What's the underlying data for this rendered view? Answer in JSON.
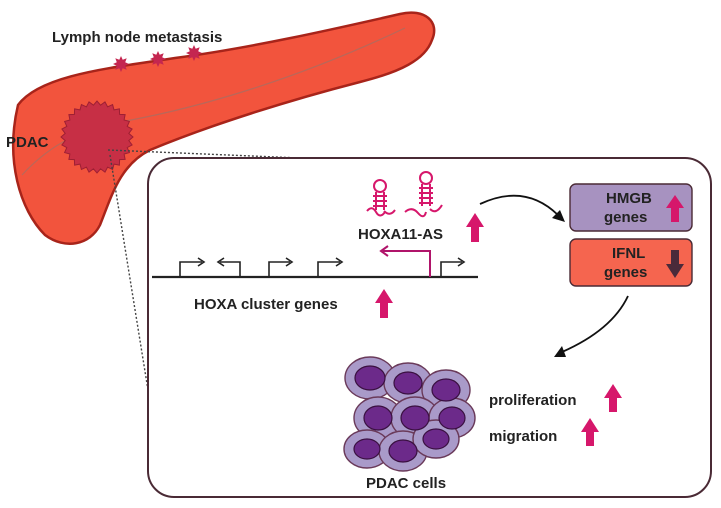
{
  "labels": {
    "lymph_node_metastasis": "Lymph node metastasis",
    "pdac": "PDAC",
    "hoxa11_as": "HOXA11-AS",
    "hoxa_cluster_genes": "HOXA cluster genes",
    "hmgb_line1": "HMGB",
    "hmgb_line2": "genes",
    "ifnl_line1": "IFNL",
    "ifnl_line2": "genes",
    "proliferation": "proliferation",
    "migration": "migration",
    "pdac_cells": "PDAC cells"
  },
  "regulation": {
    "hoxa11_as": "up",
    "hoxa_cluster_genes": "up",
    "hmgb_genes": "up",
    "ifnl_genes": "down",
    "proliferation": "up",
    "migration": "up"
  },
  "colors": {
    "pancreas_fill": "#f2543d",
    "pancreas_outline": "#a8241a",
    "tumor": "#c72f45",
    "metastasis": "#c42650",
    "up_arrow": "#d6176b",
    "down_arrow": "#4a2a3a",
    "hmgb_box": "#a792c0",
    "ifnl_box": "#f5654f",
    "cell_body": "#a99ac9",
    "cell_nucleus": "#6c2a8a",
    "rna_hairpin": "#d6176b",
    "antisense_promoter": "#b0146a"
  }
}
